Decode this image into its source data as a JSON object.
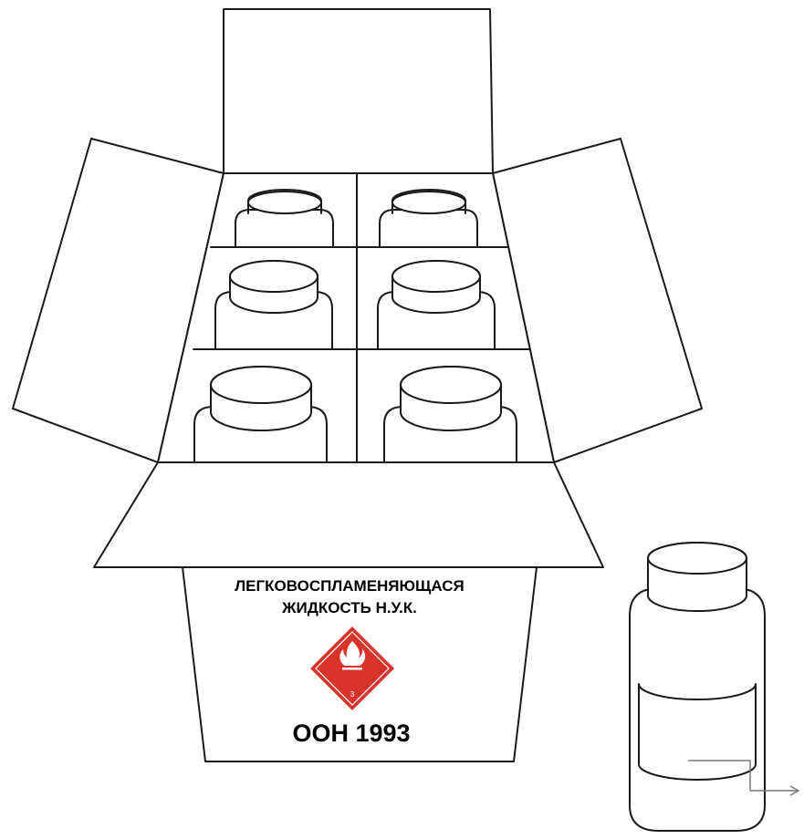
{
  "package": {
    "label_line1": "ЛЕГКОВОСПЛАМЕНЯЮЩАСЯ",
    "label_line2": "ЖИДКОСТЬ Н.У.К.",
    "un_number": "ООН 1993",
    "hazard_class": "3"
  },
  "colors": {
    "hazard_red": "#d9342b",
    "line": "#1a1a1a"
  },
  "icons": {
    "hazard_symbol": "flame-icon",
    "pointer": "arrow-right-icon"
  }
}
